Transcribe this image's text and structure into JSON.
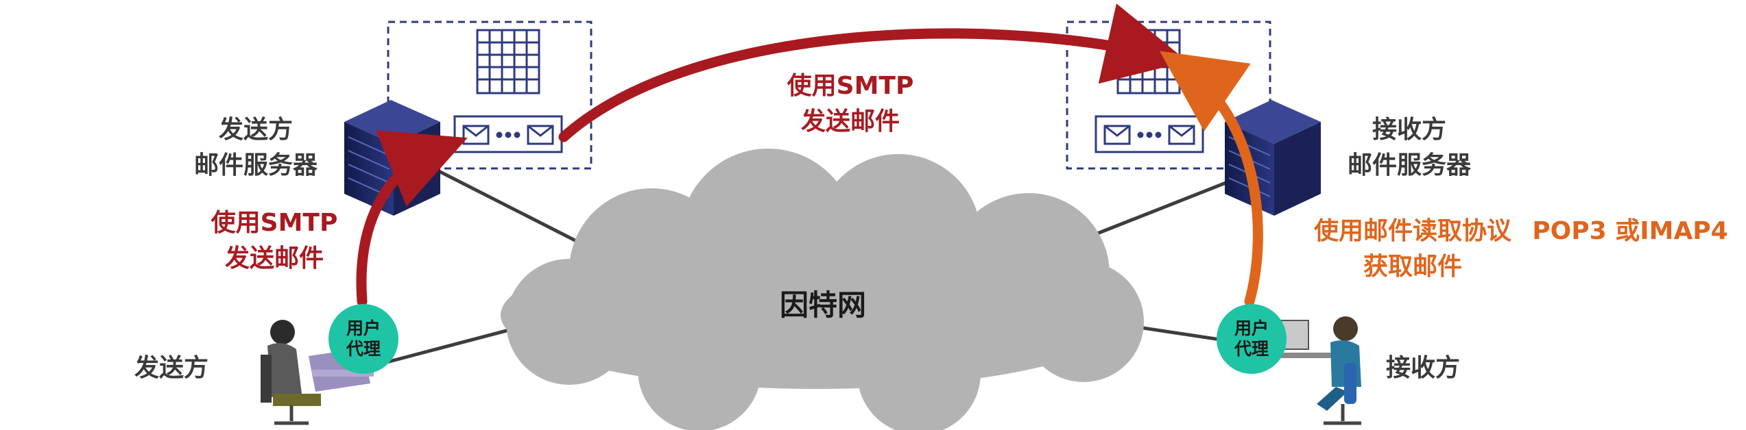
{
  "sender_server": {
    "line1": "发送方",
    "line2": "邮件服务器"
  },
  "receiver_server": {
    "line1": "接收方",
    "line2": "邮件服务器"
  },
  "sender": {
    "label": "发送方",
    "agent_line1": "用户",
    "agent_line2": "代理"
  },
  "receiver": {
    "label": "接收方",
    "agent_line1": "用户",
    "agent_line2": "代理"
  },
  "internet": {
    "label": "因特网"
  },
  "smtp_upload": {
    "line1": "使用SMTP",
    "line2": "发送邮件"
  },
  "smtp_transfer": {
    "line1": "使用SMTP",
    "line2": "发送邮件"
  },
  "retrieve": {
    "line1": "使用邮件读取协议",
    "protocols": "POP3 或IMAP4",
    "line2": "获取邮件"
  },
  "colors": {
    "smtp_arrow": "#a81a20",
    "retrieve_arrow": "#e0651c",
    "user_agent": "#1fc4a5",
    "cloud": "#b3b3b3",
    "server": "#1f2a66"
  }
}
